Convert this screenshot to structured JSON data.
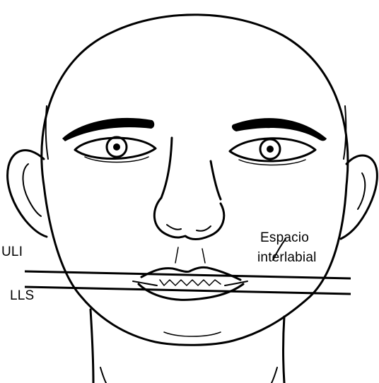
{
  "labels": {
    "upper_lip_inferior": "ULI",
    "lower_lip_superior": "LLS",
    "interlabial_space_line1": "Espacio",
    "interlabial_space_line2": "interlabial"
  },
  "colors": {
    "ink": "#000000",
    "background": "#ffffff"
  }
}
